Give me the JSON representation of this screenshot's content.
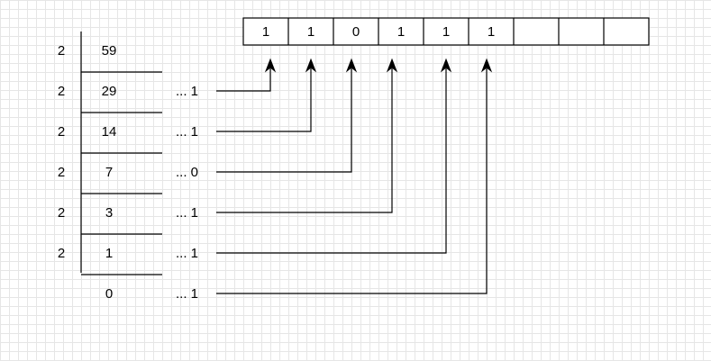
{
  "division": {
    "rows": [
      {
        "divisor": "2",
        "value": "59",
        "remainder": ""
      },
      {
        "divisor": "2",
        "value": "29",
        "remainder": "... 1"
      },
      {
        "divisor": "2",
        "value": "14",
        "remainder": "... 1"
      },
      {
        "divisor": "2",
        "value": "7",
        "remainder": "... 0"
      },
      {
        "divisor": "2",
        "value": "3",
        "remainder": "... 1"
      },
      {
        "divisor": "2",
        "value": "1",
        "remainder": "... 1"
      },
      {
        "divisor": "",
        "value": "0",
        "remainder": "... 1"
      }
    ]
  },
  "bits": {
    "cells": [
      "1",
      "1",
      "0",
      "1",
      "1",
      "1",
      "",
      "",
      ""
    ]
  },
  "colors": {
    "grid": "#e6e6e6",
    "stroke": "#000000",
    "background": "#ffffff"
  }
}
